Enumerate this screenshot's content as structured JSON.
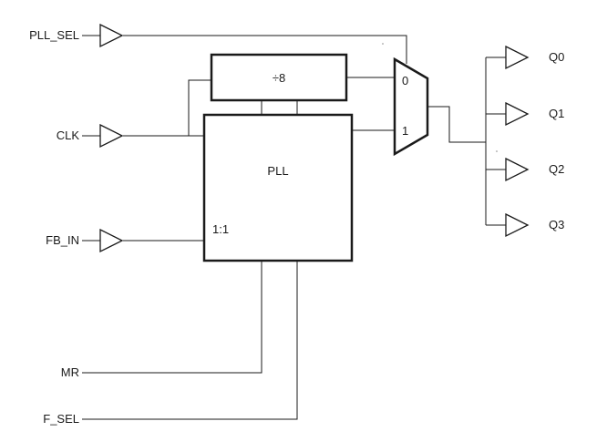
{
  "inputs": {
    "pll_sel": "PLL_SEL",
    "clk": "CLK",
    "fb_in": "FB_IN",
    "mr": "MR",
    "f_sel": "F_SEL"
  },
  "blocks": {
    "divider": "÷8",
    "pll": "PLL",
    "pll_ratio": "1:1"
  },
  "mux": {
    "input0": "0",
    "input1": "1"
  },
  "outputs": [
    "Q0",
    "Q1",
    "Q2",
    "Q3"
  ]
}
